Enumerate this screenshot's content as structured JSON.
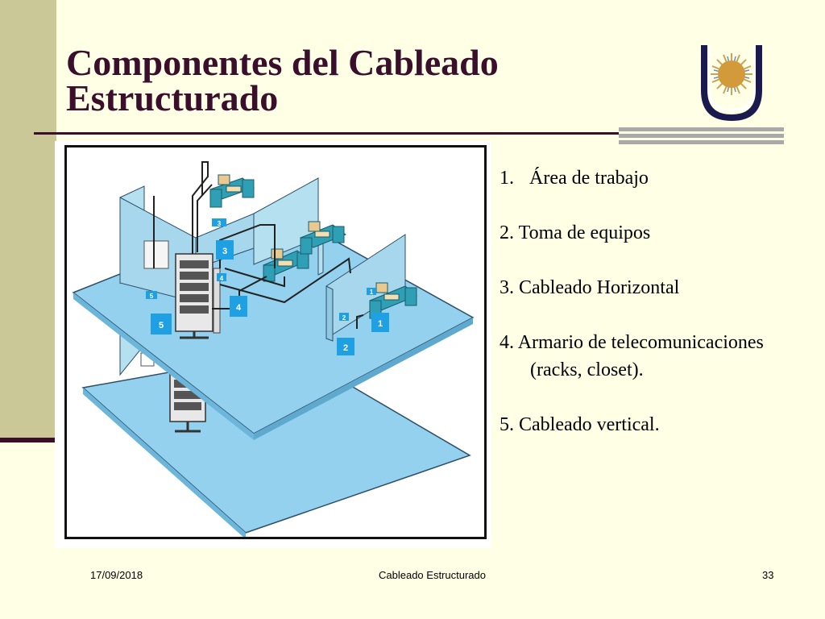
{
  "title": "Componentes del Cableado Estructurado",
  "legend": [
    {
      "num": "1.",
      "text": "Área de trabajo"
    },
    {
      "num": "2.",
      "text": "Toma de equipos"
    },
    {
      "num": "3.",
      "text": "Cableado Horizontal"
    },
    {
      "num": "4.",
      "text": "Armario de telecomunicaciones"
    },
    {
      "num": "5.",
      "text": "Cableado vertical."
    }
  ],
  "legend_item4_continuation": "(racks, closet).",
  "diagram_labels": [
    "1",
    "1",
    "2",
    "2",
    "3",
    "3",
    "4",
    "4",
    "5",
    "5"
  ],
  "footer": {
    "date": "17/09/2018",
    "center": "Cableado Estructurado",
    "page": "33"
  },
  "colors": {
    "background": "#FFFFE5",
    "sidebar": "#C9C896",
    "title": "#3A0F2C",
    "floor": "#93D1EE",
    "label_box": "#1FA0E3"
  },
  "icons": {
    "logo": "university-logo-sun",
    "diagram": "structured-cabling-building-diagram"
  }
}
